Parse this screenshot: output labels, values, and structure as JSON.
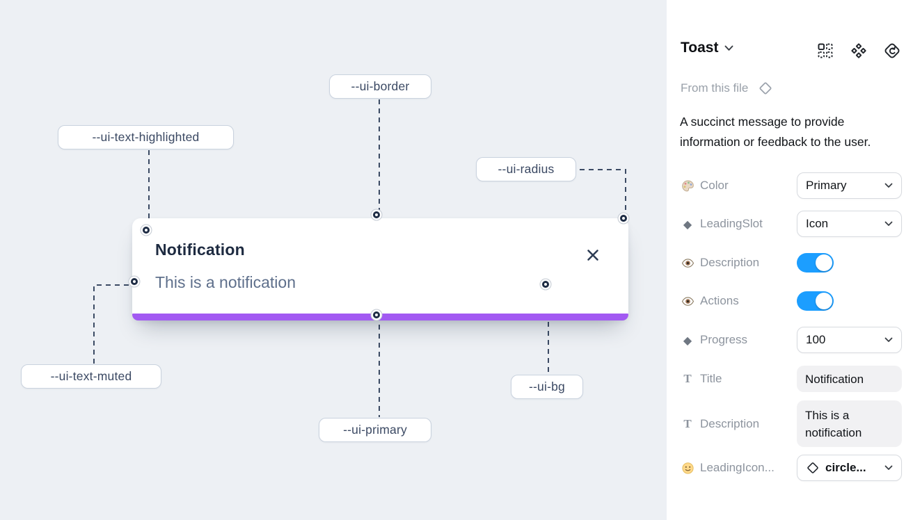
{
  "colors": {
    "canvas_background": "#edf0f4",
    "primary_purple": "#a259f2",
    "toggle_blue": "#1c9eff",
    "connector_line": "#3b4a63",
    "muted_text": "#5e6f8b",
    "highlighted_text": "#1d2a40"
  },
  "canvas": {
    "toast": {
      "title": "Notification",
      "description": "This is a notification"
    },
    "labels": [
      {
        "id": "border",
        "text": "--ui-border"
      },
      {
        "id": "text-highlighted",
        "text": "--ui-text-highlighted"
      },
      {
        "id": "radius",
        "text": "--ui-radius"
      },
      {
        "id": "text-muted",
        "text": "--ui-text-muted"
      },
      {
        "id": "primary",
        "text": "--ui-primary"
      },
      {
        "id": "bg",
        "text": "--ui-bg"
      }
    ]
  },
  "panel": {
    "component_name": "Toast",
    "source": "From this file",
    "description": "A succinct message to provide information or feedback to the user.",
    "properties": {
      "color": {
        "label": "Color",
        "value": "Primary",
        "icon": "palette-icon",
        "control": "dropdown"
      },
      "leading_slot": {
        "label": "LeadingSlot",
        "value": "Icon",
        "icon": "diamond-icon",
        "control": "dropdown"
      },
      "description_toggle": {
        "label": "Description",
        "value": "on",
        "icon": "eye-icon",
        "control": "toggle"
      },
      "actions_toggle": {
        "label": "Actions",
        "value": "on",
        "icon": "eye-icon",
        "control": "toggle"
      },
      "progress": {
        "label": "Progress",
        "value": "100",
        "icon": "diamond-icon",
        "control": "dropdown"
      },
      "title": {
        "label": "Title",
        "value": "Notification",
        "icon": "text-icon",
        "control": "textfield"
      },
      "description_text": {
        "label": "Description",
        "value": "This is a notification",
        "icon": "text-icon",
        "control": "textfield"
      },
      "leading_icon": {
        "label": "LeadingIcon...",
        "value": "circle...",
        "icon": "smiley-icon",
        "control": "dropdown-with-icon"
      }
    }
  }
}
